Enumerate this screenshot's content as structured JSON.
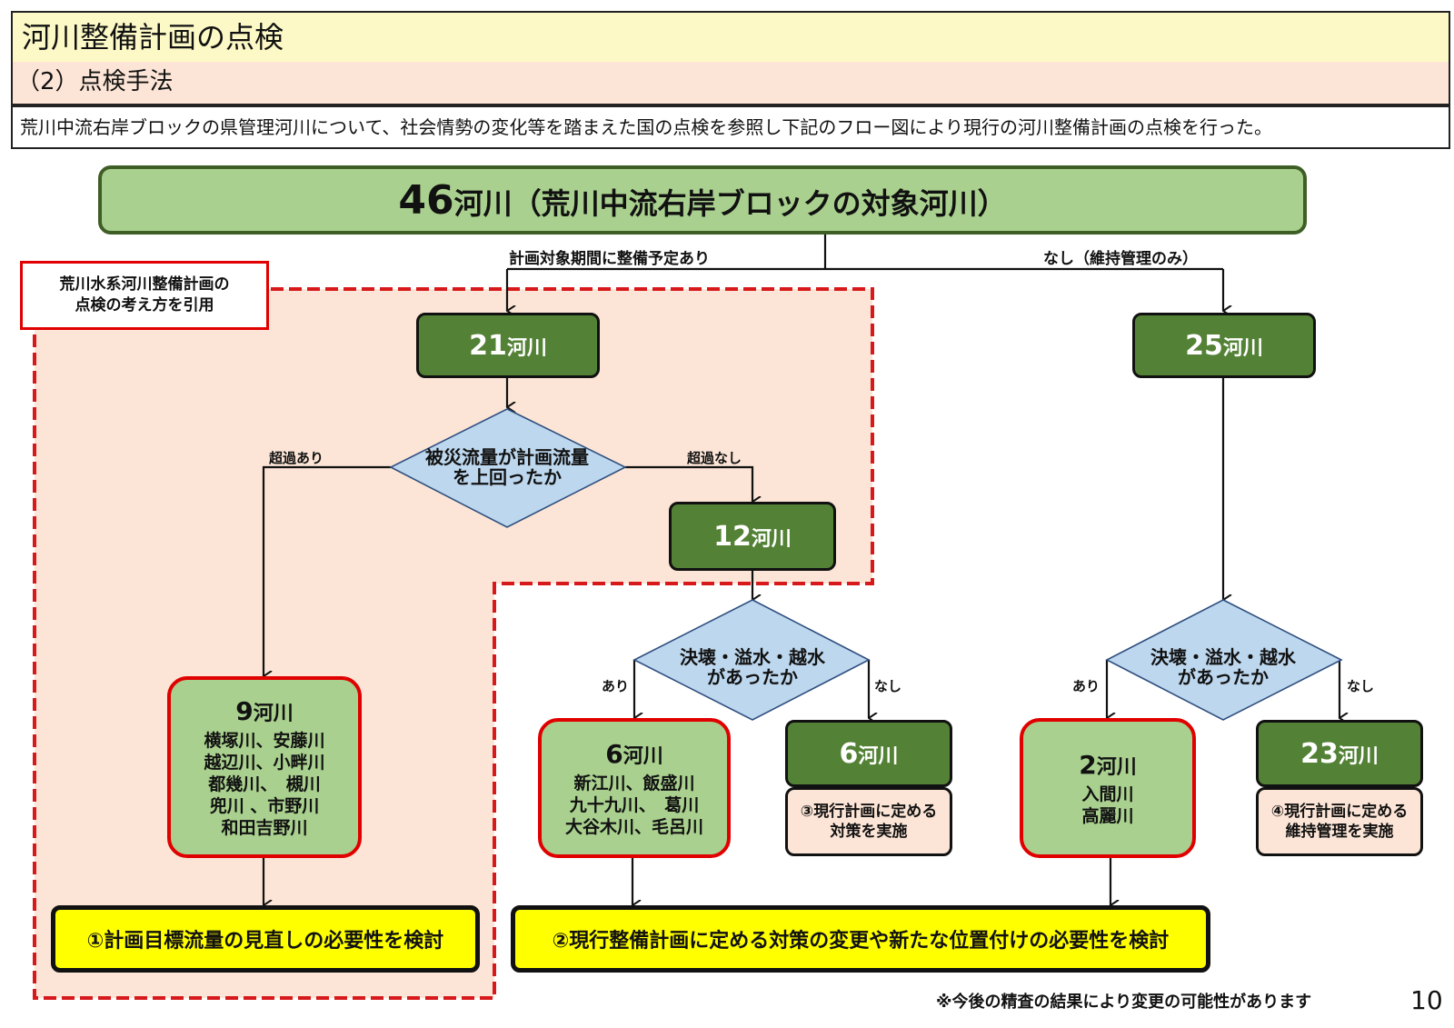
{
  "header": {
    "title": "河川整備計画の点検",
    "subtitle": "（2）点検手法",
    "description": "荒川中流右岸ブロックの県管理河川について、社会情勢の変化等を踏まえた国の点検を参照し下記のフロー図により現行の河川整備計画の点検を行った。"
  },
  "flow": {
    "top": {
      "count": "46",
      "unit": "河川",
      "caption": "（荒川中流右岸ブロックの対象河川）"
    },
    "branch_yes_label": "計画対象期間に整備予定あり",
    "branch_no_label": "なし（維持管理のみ）",
    "note_box": {
      "line1": "荒川水系河川整備計画の",
      "line2": "点検の考え方を引用"
    },
    "left": {
      "node": {
        "count": "21",
        "unit": "河川"
      },
      "decision": {
        "line1": "被災流量が計画流量",
        "line2": "を上回ったか"
      },
      "exceed_yes": "超過あり",
      "exceed_no": "超過なし",
      "result_exceed": {
        "count": "9",
        "unit": "河川",
        "rivers": [
          "横塚川、安藤川",
          "越辺川、小畔川",
          "都幾川、　槻川",
          "兜川 、市野川",
          "和田吉野川"
        ]
      },
      "no_exceed_node": {
        "count": "12",
        "unit": "河川"
      },
      "decision2": {
        "line1": "決壊・溢水・越水",
        "line2": "があったか",
        "yes": "あり",
        "no": "なし"
      },
      "result_damage": {
        "count": "6",
        "unit": "河川",
        "rivers": [
          "新江川、飯盛川",
          "九十九川、　葛川",
          "大谷木川、毛呂川"
        ]
      },
      "result_no_damage": {
        "count": "6",
        "unit": "河川",
        "action": [
          "③現行計画に定める",
          "対策を実施"
        ]
      }
    },
    "right": {
      "node": {
        "count": "25",
        "unit": "河川"
      },
      "decision": {
        "line1": "決壊・溢水・越水",
        "line2": "があったか",
        "yes": "あり",
        "no": "なし"
      },
      "result_damage": {
        "count": "2",
        "unit": "河川",
        "rivers": [
          "入間川",
          "高麗川"
        ]
      },
      "result_no_damage": {
        "count": "23",
        "unit": "河川",
        "action": [
          "④現行計画に定める",
          "維持管理を実施"
        ]
      }
    },
    "outcome1": "①計画目標流量の見直しの必要性を検討",
    "outcome2": "②現行整備計画に定める対策の変更や新たな位置付けの必要性を検討"
  },
  "footer": {
    "note": "※今後の精査の結果により変更の可能性があります",
    "page_number": "10"
  }
}
